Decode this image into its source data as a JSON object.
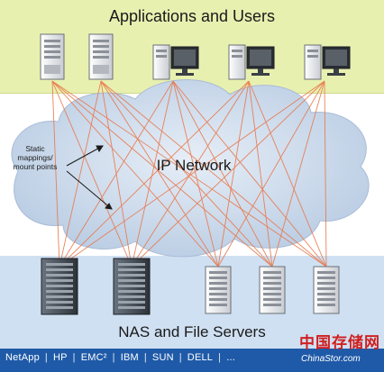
{
  "diagram": {
    "top_title": "Applications and Users",
    "cloud_label": "IP Network",
    "annotation": [
      "Static",
      "mappings/",
      "mount points"
    ],
    "bottom_title": "NAS and File Servers"
  },
  "vendors": [
    "NetApp",
    "HP",
    "EMC²",
    "IBM",
    "SUN",
    "DELL",
    "..."
  ],
  "watermark": {
    "text": "中国存储网",
    "url": "ChinaStor.com"
  },
  "colors": {
    "top_band": "#e8f0b0",
    "bottom_band": "#cfe0f2",
    "vendor_bar": "#1f5aa8",
    "link_lines": "#e8774a",
    "cloud": "#c9d8ea"
  },
  "icons": {
    "clients": [
      "tower-server-icon",
      "tower-server-icon",
      "desktop-computer-icon",
      "desktop-computer-icon",
      "desktop-computer-icon"
    ],
    "servers": [
      "nas-storage-icon",
      "nas-storage-icon",
      "file-server-icon",
      "file-server-icon",
      "file-server-icon"
    ]
  }
}
